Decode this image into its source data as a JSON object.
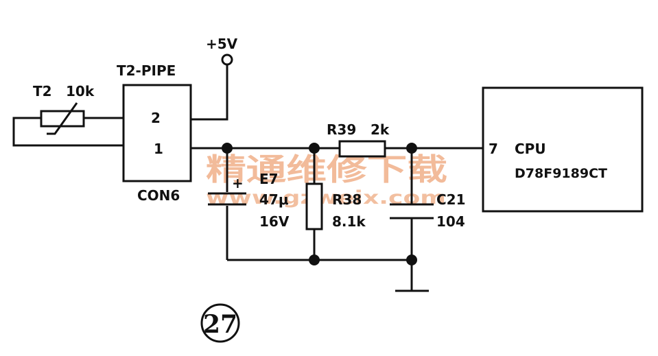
{
  "diagram": {
    "components": {
      "thermistor": {
        "ref": "T2",
        "value": "10k"
      },
      "connector": {
        "top_label": "T2-PIPE",
        "bottom_label": "CON6",
        "pin2": "2",
        "pin1": "1"
      },
      "supply": {
        "label": "+5V"
      },
      "resistor_series": {
        "ref": "R39",
        "value": "2k"
      },
      "capacitor_elec": {
        "ref": "E7",
        "value": "47μ",
        "voltage": "16V",
        "polarity": "+"
      },
      "resistor_shunt": {
        "ref": "R38",
        "value": "8.1k"
      },
      "capacitor_filter": {
        "ref": "C21",
        "value": "104"
      },
      "cpu": {
        "pin": "7",
        "title": "CPU",
        "part": "D78F9189CT"
      }
    },
    "figure_number": "27",
    "watermark": {
      "text": "精通维修下载",
      "url": "www.gzweix.com"
    }
  }
}
